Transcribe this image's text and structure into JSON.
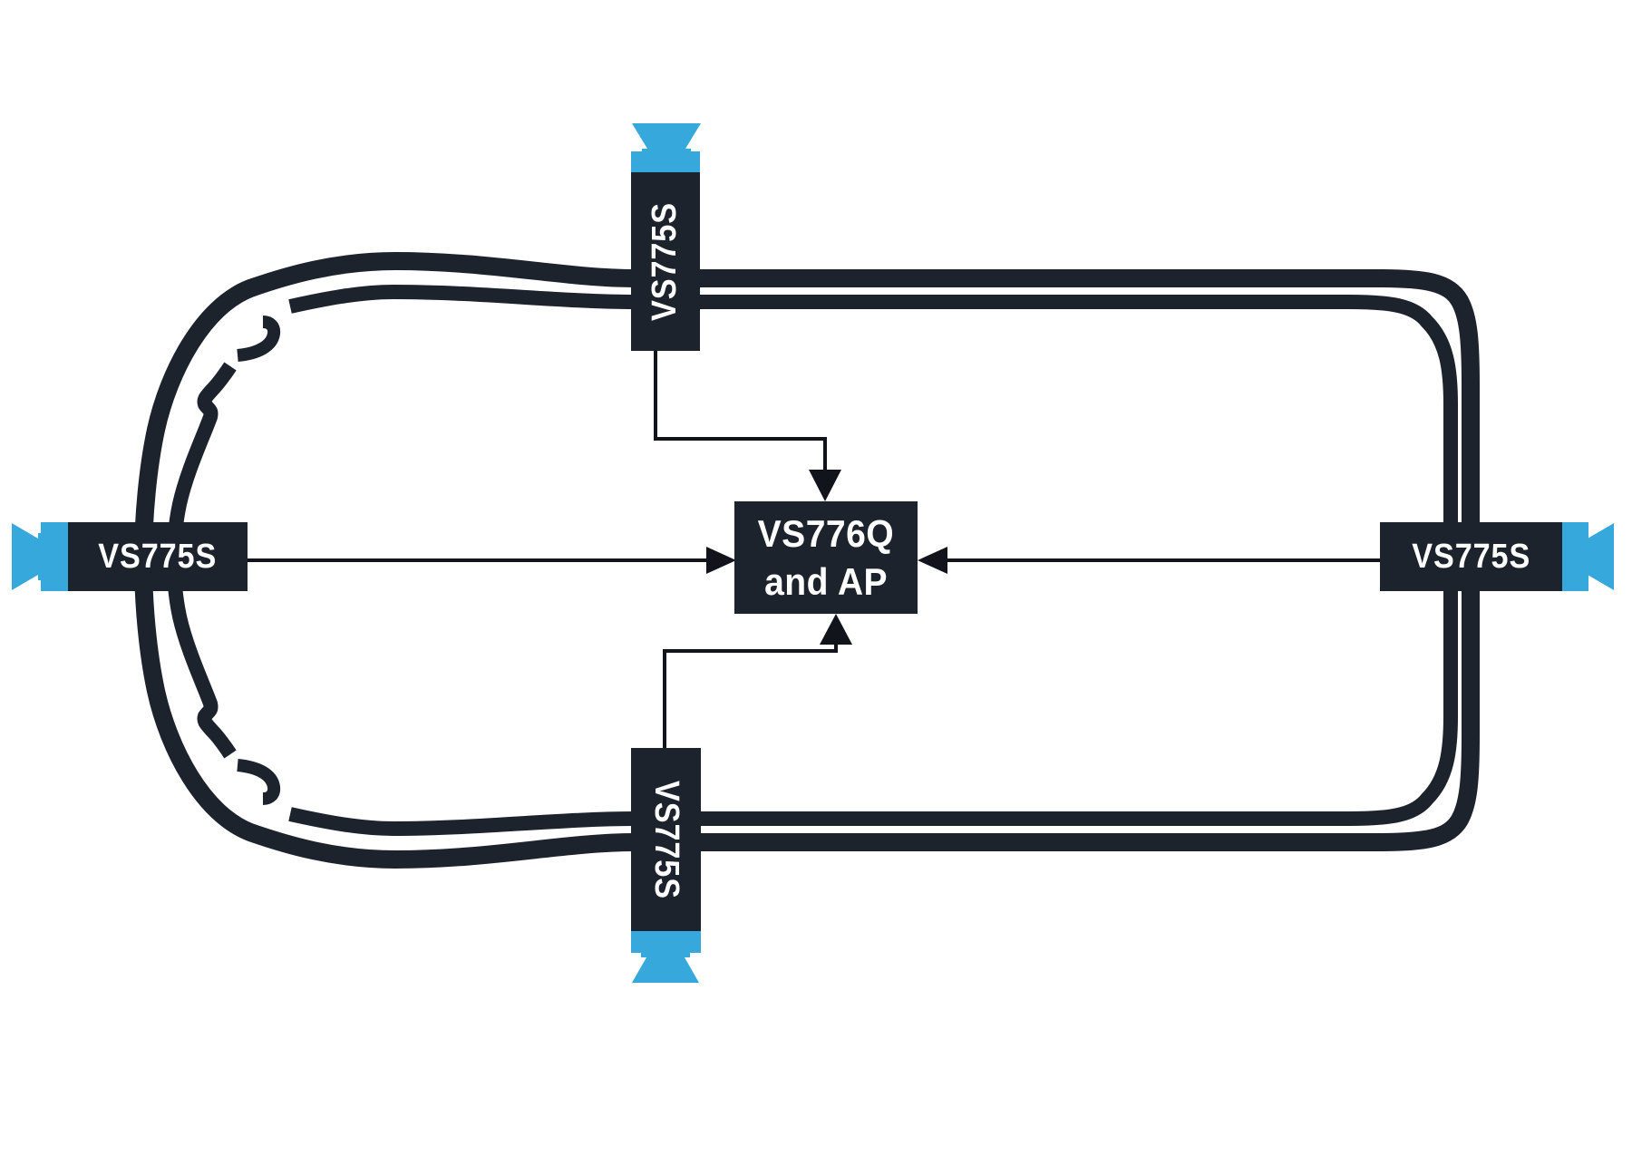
{
  "diagram": {
    "type": "automotive-surround-camera-system",
    "vehicle": "car-top-view-front-facing-left",
    "cameras": {
      "front": {
        "label": "VS775S",
        "position": "left-front-of-car"
      },
      "rear": {
        "label": "VS775S",
        "position": "right-rear-of-car"
      },
      "top": {
        "label": "VS775S",
        "position": "upper-side-of-car"
      },
      "bottom": {
        "label": "VS775S",
        "position": "lower-side-of-car"
      }
    },
    "processor": {
      "line1": "VS776Q",
      "line2": "and AP"
    },
    "colors": {
      "dark": "#1d232d",
      "lens_blue": "#36a8dc",
      "connector": "#11151b",
      "label_text": "#ffffff",
      "background": "#ffffff"
    }
  }
}
